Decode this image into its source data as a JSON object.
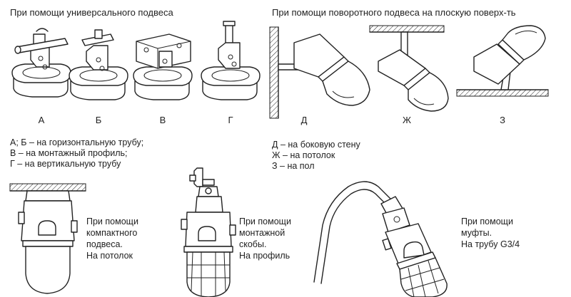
{
  "headers": {
    "universal": "При помощи универсального подвеса",
    "swivel": "При помощи поворотного подвеса на плоскую поверх-ть"
  },
  "letters": {
    "a": "А",
    "b": "Б",
    "v": "В",
    "g": "Г",
    "d": "Д",
    "zh": "Ж",
    "z": "З"
  },
  "legend_left": [
    "А; Б – на горизонтальную трубу;",
    "В – на монтажный профиль;",
    "Г – на вертикальную трубу"
  ],
  "legend_right": [
    "Д – на боковую стену",
    "Ж – на потолок",
    "З – на пол"
  ],
  "captions": {
    "compact": [
      "При помощи",
      "компактного",
      "подвеса.",
      "На потолок"
    ],
    "bracket": [
      "При помощи",
      "монтажной",
      "скобы.",
      "На профиль"
    ],
    "coupling": [
      "При помощи",
      "муфты.",
      "На трубу G3/4"
    ]
  },
  "icons": [
    "universal-mount-a-icon",
    "universal-mount-b-icon",
    "universal-mount-v-icon",
    "universal-mount-g-icon",
    "wall-mount-icon",
    "ceiling-mount-icon",
    "floor-mount-icon",
    "compact-ceiling-lamp-icon",
    "bracket-lamp-icon",
    "pipe-coupling-lamp-icon"
  ]
}
